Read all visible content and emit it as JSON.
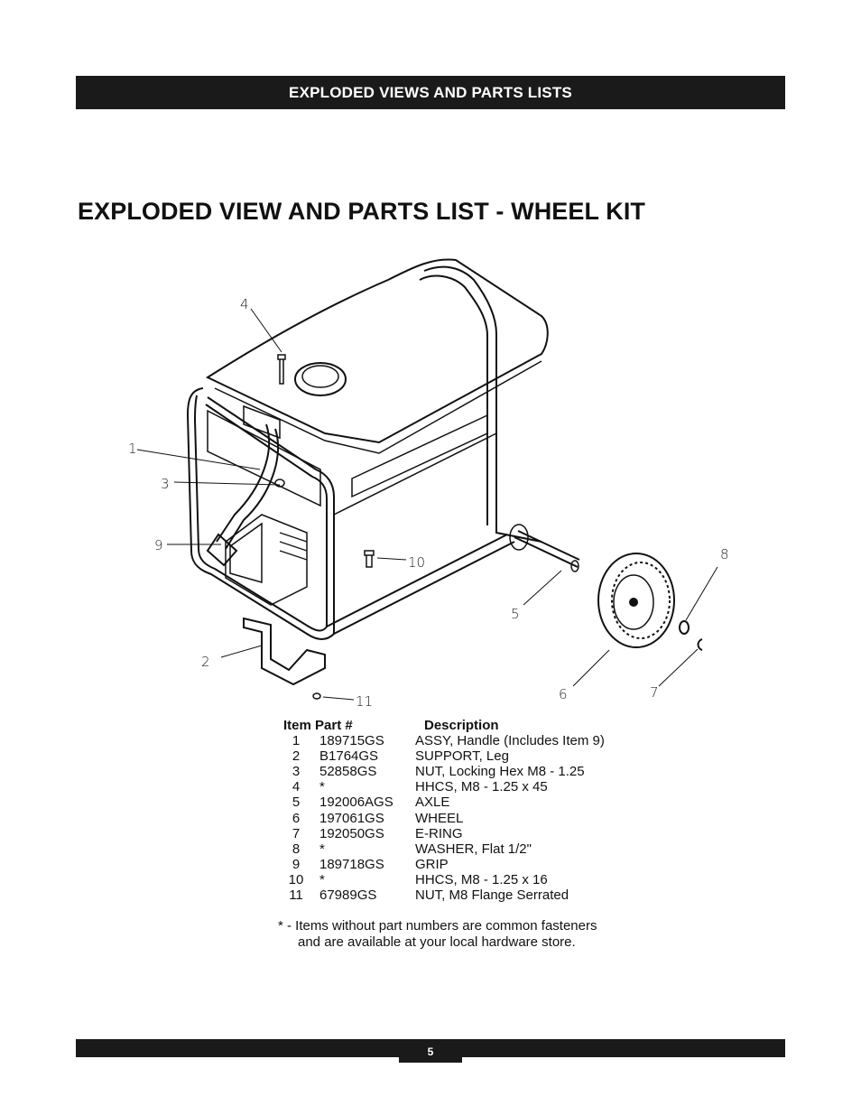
{
  "header": {
    "section_title": "EXPLODED VIEWS AND PARTS LISTS"
  },
  "page_title": "EXPLODED VIEW AND PARTS LIST - WHEEL KIT",
  "diagram": {
    "callouts": [
      "1",
      "2",
      "3",
      "4",
      "5",
      "6",
      "7",
      "8",
      "9",
      "10",
      "11"
    ]
  },
  "parts_list": {
    "headers": {
      "item_part": "Item Part #",
      "description": "Description"
    },
    "rows": [
      {
        "item": "1",
        "part": "189715GS",
        "description": "ASSY, Handle (Includes Item 9)"
      },
      {
        "item": "2",
        "part": "B1764GS",
        "description": "SUPPORT, Leg"
      },
      {
        "item": "3",
        "part": "52858GS",
        "description": "NUT, Locking Hex M8 - 1.25"
      },
      {
        "item": "4",
        "part": "*",
        "description": "HHCS, M8 - 1.25 x 45"
      },
      {
        "item": "5",
        "part": "192006AGS",
        "description": "AXLE"
      },
      {
        "item": "6",
        "part": "197061GS",
        "description": "WHEEL"
      },
      {
        "item": "7",
        "part": "192050GS",
        "description": "E-RING"
      },
      {
        "item": "8",
        "part": "*",
        "description": "WASHER, Flat 1/2\""
      },
      {
        "item": "9",
        "part": "189718GS",
        "description": "GRIP"
      },
      {
        "item": "10",
        "part": "*",
        "description": "HHCS, M8 - 1.25 x 16"
      },
      {
        "item": "11",
        "part": "67989GS",
        "description": "NUT, M8 Flange Serrated"
      }
    ]
  },
  "footnote": {
    "line1": "* - Items without part numbers are common fasteners",
    "line2": "and are available at your local hardware store."
  },
  "footer": {
    "page_number": "5"
  }
}
